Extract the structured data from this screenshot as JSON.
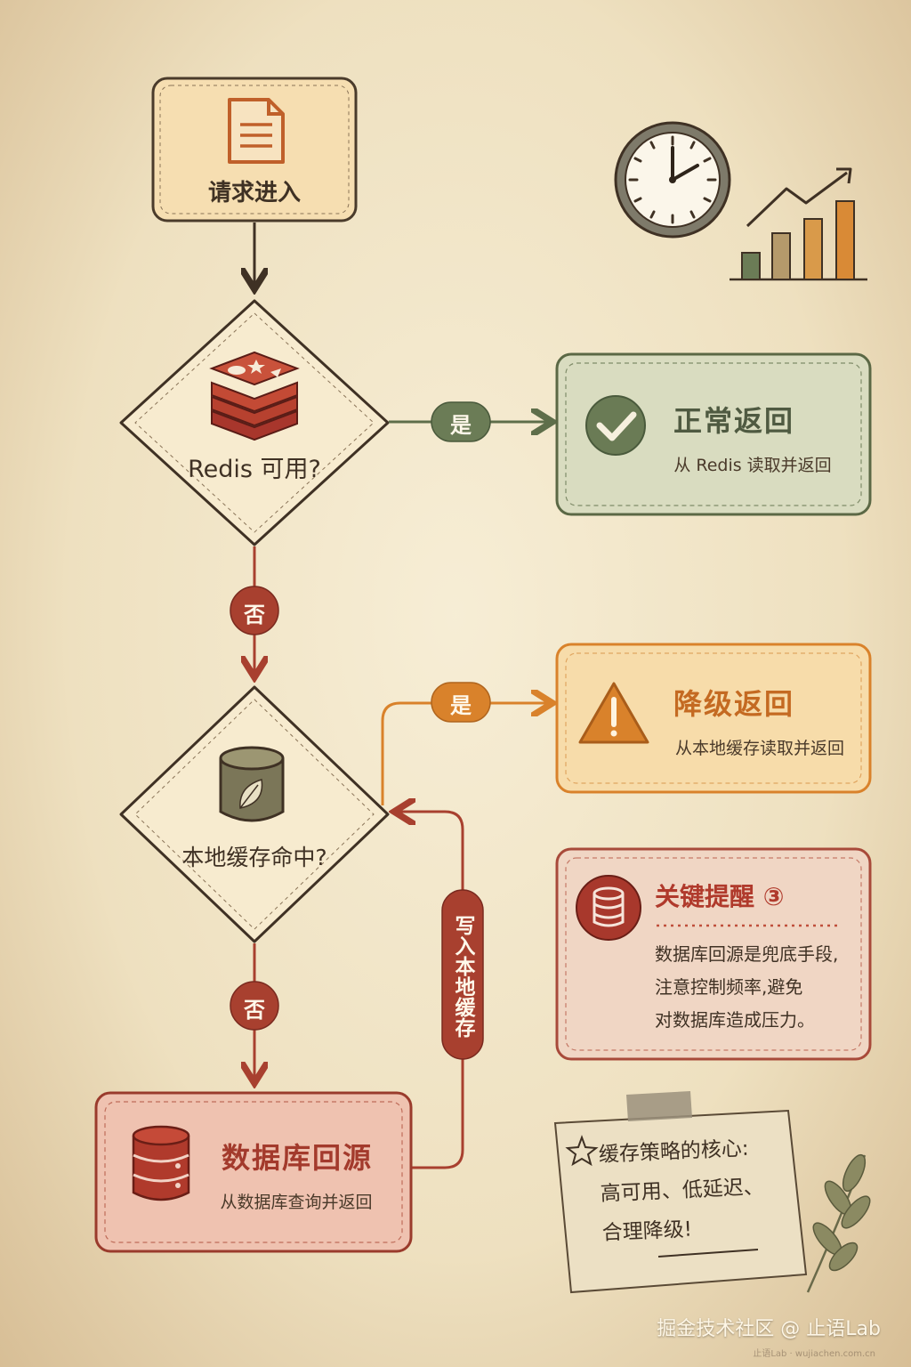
{
  "nodes": {
    "start": {
      "label": "请求进入"
    },
    "redis_check": {
      "label": "Redis 可用?"
    },
    "local_check": {
      "label": "本地缓存命中?"
    },
    "normal_return": {
      "title": "正常返回",
      "desc": "从 Redis 读取并返回"
    },
    "degrade_return": {
      "title": "降级返回",
      "desc": "从本地缓存读取并返回"
    },
    "db_source": {
      "title": "数据库回源",
      "desc": "从数据库查询并返回"
    }
  },
  "edges": {
    "redis_yes": "是",
    "redis_no": "否",
    "local_yes": "是",
    "local_no": "否",
    "write_back": "写入本地缓存"
  },
  "key_note": {
    "title": "关键提醒 ③",
    "lines": [
      "数据库回源是兜底手段,",
      "注意控制频率,避免",
      "对数据库造成压力。"
    ]
  },
  "sticky_note": {
    "lines": [
      "缓存策略的核心:",
      "高可用、低延迟、",
      "合理降级!"
    ]
  },
  "footer": {
    "credit": "掘金技术社区 @ 止语Lab",
    "small": "止语Lab · wujiachen.com.cn"
  },
  "colors": {
    "green": "#667a52",
    "orange": "#d9822b",
    "red": "#b04434",
    "ink": "#3f3124"
  }
}
